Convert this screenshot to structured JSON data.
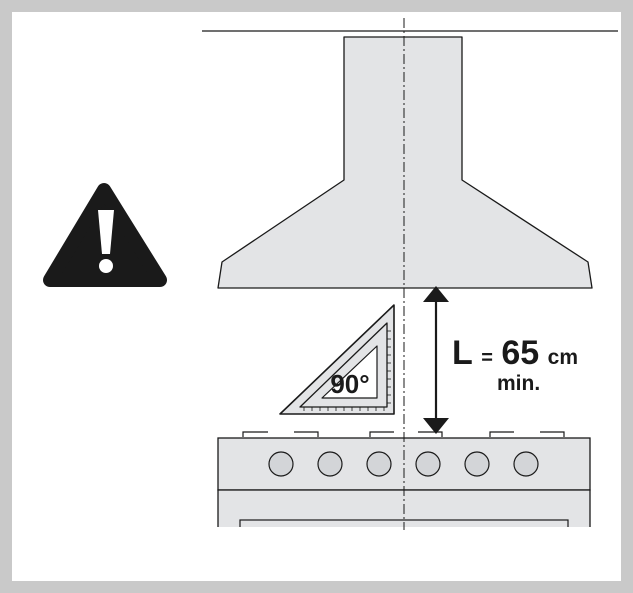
{
  "diagram": {
    "protractor_angle": "90°",
    "measure_letter": "L",
    "measure_equals": "=",
    "measure_value": "65",
    "measure_unit": "cm",
    "measure_qualifier": "min."
  },
  "colors": {
    "frame": "#c9c9c9",
    "fill": "#e3e4e6",
    "stroke": "#1a1a1a",
    "warning": "#1a1a1a"
  },
  "icons": [
    "warning-triangle-icon",
    "set-square-icon"
  ]
}
